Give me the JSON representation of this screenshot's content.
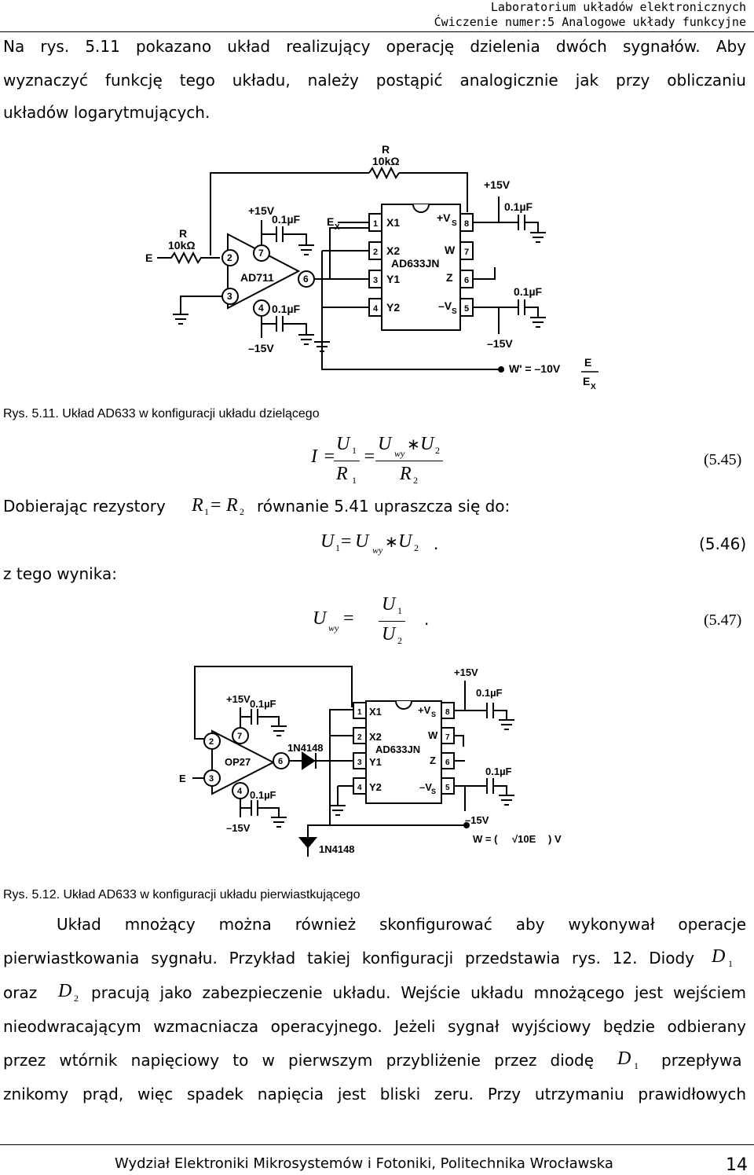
{
  "header": {
    "lab": "Laboratorium układów elektronicznych",
    "exercise": "Ćwiczenie numer:5 Analogowe układy funkcyjne"
  },
  "intro": {
    "line1": "Na rys. 5.11 pokazano układ realizujący operację dzielenia dwóch sygnałów. Aby",
    "line2": "wyznaczyć funkcję tego układu, należy postąpić analogicznie jak przy obliczaniu",
    "line3": "układów logarytmujących."
  },
  "fig1": {
    "caption": "Rys. 5.11. Układ AD633 w konfiguracji układu dzielącego",
    "labels": {
      "r_top": "R",
      "r_top_val": "10kΩ",
      "r_in": "R",
      "r_in_val": "10kΩ",
      "e": "E",
      "ex": "E",
      "ex_sub": "X",
      "p15_op": "+15V",
      "m15_op": "–15V",
      "cap1": "0.1µF",
      "cap2": "0.1µF",
      "opamp": "AD711",
      "p15_ic": "+15V",
      "m15_ic": "–15V",
      "cap3": "0.1µF",
      "cap4": "0.1µF",
      "ic_name": "AD633JN",
      "x1": "X1",
      "x2": "X2",
      "y1": "Y1",
      "y2": "Y2",
      "vs_pos": "+V",
      "vs_neg": "–V",
      "vs_sub": "S",
      "w": "W",
      "z": "Z",
      "wout": "W' = –10V",
      "wfrac_num": "E",
      "wfrac_den": "E",
      "wfrac_sub": "X",
      "pins_left": [
        "1",
        "2",
        "3",
        "4"
      ],
      "pins_right": [
        "8",
        "7",
        "6",
        "5"
      ],
      "op_pins": [
        "2",
        "3",
        "7",
        "4",
        "6"
      ]
    }
  },
  "eq45": {
    "lhs": "I",
    "num1": "U",
    "num1_sub": "1",
    "den1": "R",
    "den1_sub": "1",
    "num2_a": "U",
    "num2_a_sub": "wy",
    "star": "∗",
    "num2_b": "U",
    "num2_b_sub": "2",
    "den2": "R",
    "den2_sub": "2",
    "eq": "=",
    "number": "(5.45)"
  },
  "choose": {
    "label": "Dobierając rezystory",
    "r1": "R",
    "r1_sub": "1",
    "r2": "R",
    "r2_sub": "2",
    "text": "równanie 5.41 upraszcza się do:"
  },
  "eq46": {
    "u1": "U",
    "u1_sub": "1",
    "uwy": "U",
    "uwy_sub": "wy",
    "u2": "U",
    "u2_sub": "2",
    "dot": ".",
    "number": "(5.46)"
  },
  "result_label": "z tego wynika:",
  "eq47": {
    "lhs": "U",
    "lhs_sub": "wy",
    "num": "U",
    "num_sub": "1",
    "den": "U",
    "den_sub": "2",
    "dot": ".",
    "number": "(5.47)"
  },
  "fig2": {
    "caption": "Rys. 5.12. Układ AD633 w konfiguracji układu pierwiastkującego",
    "labels": {
      "p15_op": "+15V",
      "m15_op": "–15V",
      "cap1": "0.1µF",
      "cap2": "0.1µF",
      "opamp": "OP27",
      "e": "E",
      "diode1": "1N4148",
      "diode2": "1N4148",
      "p15_ic": "+15V",
      "m15_ic": "–15V",
      "cap3": "0.1µF",
      "cap4": "0.1µF",
      "ic_name": "AD633JN",
      "x1": "X1",
      "x2": "X2",
      "y1": "Y1",
      "y2": "Y2",
      "vs_pos": "+V",
      "vs_neg": "–V",
      "vs_sub": "S",
      "w": "W",
      "z": "Z",
      "wout": "W = (",
      "sqrt": "√10E",
      "wout_end": ") V",
      "pins_left": [
        "1",
        "2",
        "3",
        "4"
      ],
      "pins_right": [
        "8",
        "7",
        "6",
        "5"
      ],
      "op_pins": [
        "2",
        "3",
        "7",
        "4",
        "6"
      ]
    }
  },
  "body": {
    "l1": "Układ mnożący można również skonfigurować aby wykonywał operacje",
    "l2": "pierwiastkowania sygnału. Przykład takiej konfiguracji przedstawia rys. 12. Diody",
    "d1": "D",
    "d1_sub": "1",
    "l3_a": "oraz",
    "d2": "D",
    "d2_sub": "2",
    "l3_b": "pracują jako zabezpieczenie układu. Wejście układu mnożącego jest wejściem",
    "l4": "nieodwracającym wzmacniacza operacyjnego. Jeżeli sygnał wyjściowy będzie odbierany",
    "l5_a": "przez wtórnik napięciowy to w pierwszym przybliżenie przez diodę",
    "l5_b": "przepływa",
    "l6": "znikomy prąd, więc spadek napięcia jest bliski zeru. Przy utrzymaniu prawidłowych"
  },
  "footer": {
    "text": "Wydział Elektroniki Mikrosystemów i Fotoniki, Politechnika Wrocławska",
    "page": "14"
  }
}
